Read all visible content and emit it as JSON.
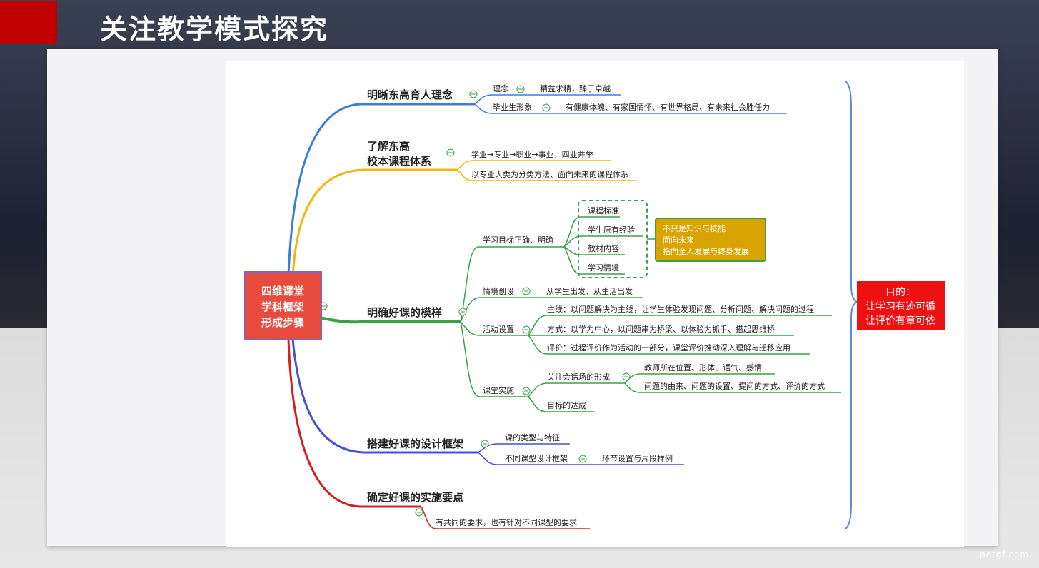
{
  "header": {
    "title": "关注教学模式探究"
  },
  "root": {
    "lines": [
      "四维课堂",
      "学科框架",
      "形成步骤"
    ]
  },
  "purpose": {
    "title": "目的：",
    "lines": [
      "让学习有迹可循",
      "让评价有章可依"
    ]
  },
  "branches": {
    "b1": {
      "title": "明晰东高育人理念",
      "c1": "理念",
      "c1_leaf": "精益求精，臻于卓越",
      "c2": "毕业生形象",
      "c2_leaf": "有健康体魄、有家国情怀、有世界格局、有未来社会胜任力"
    },
    "b2": {
      "title_lines": [
        "了解东高",
        "校本课程体系"
      ],
      "c1": "学业→专业→职业→事业，四业并举",
      "c2": "以专业大类为分类方法、面向未来的课程体系"
    },
    "b3": {
      "title": "明确好课的模样",
      "goal": "学习目标正确、明确",
      "goal_items": [
        "课程标准",
        "学生原有经验",
        "教材内容",
        "学习情境"
      ],
      "goal_note": [
        "不只是知识与技能",
        "面向未来",
        "指向全人发展与终身发展"
      ],
      "scene": "情境创设",
      "scene_leaf": "从学生出发、从生活出发",
      "activity": "活动设置",
      "activity_items": [
        "主线：以问题解决为主线，让学生体验发现问题、分析问题、解决问题的过程",
        "方式：以学为中心，以问题串为桥梁、以体验为抓手、搭起思维桥",
        "评价：过程评价作为活动的一部分，课堂评价推动深入理解与迁移应用"
      ],
      "impl": "课堂实施",
      "impl_focus": "关注会话场的形成",
      "impl_focus_items": [
        "教师所在位置、形体、语气、感情",
        "问题的由来、问题的设置、提问的方式、评价的方式"
      ],
      "impl_goal": "目标的达成"
    },
    "b4": {
      "title": "搭建好课的设计框架",
      "c1": "课的类型与特征",
      "c2": "不同课型设计框架",
      "c2_leaf": "环节设置与片段样例"
    },
    "b5": {
      "title": "确定好课的实施要点",
      "c1": "有共同的要求，也有针对不同课型的要求"
    }
  },
  "colors": {
    "blue": "#3b7ddd",
    "yellow": "#f2b705",
    "green": "#3aa04a",
    "indigo": "#4a4fd8",
    "red": "#d62020",
    "accent": "#e84a3c",
    "gold": "#d9a400"
  },
  "watermark": "petgf.com"
}
